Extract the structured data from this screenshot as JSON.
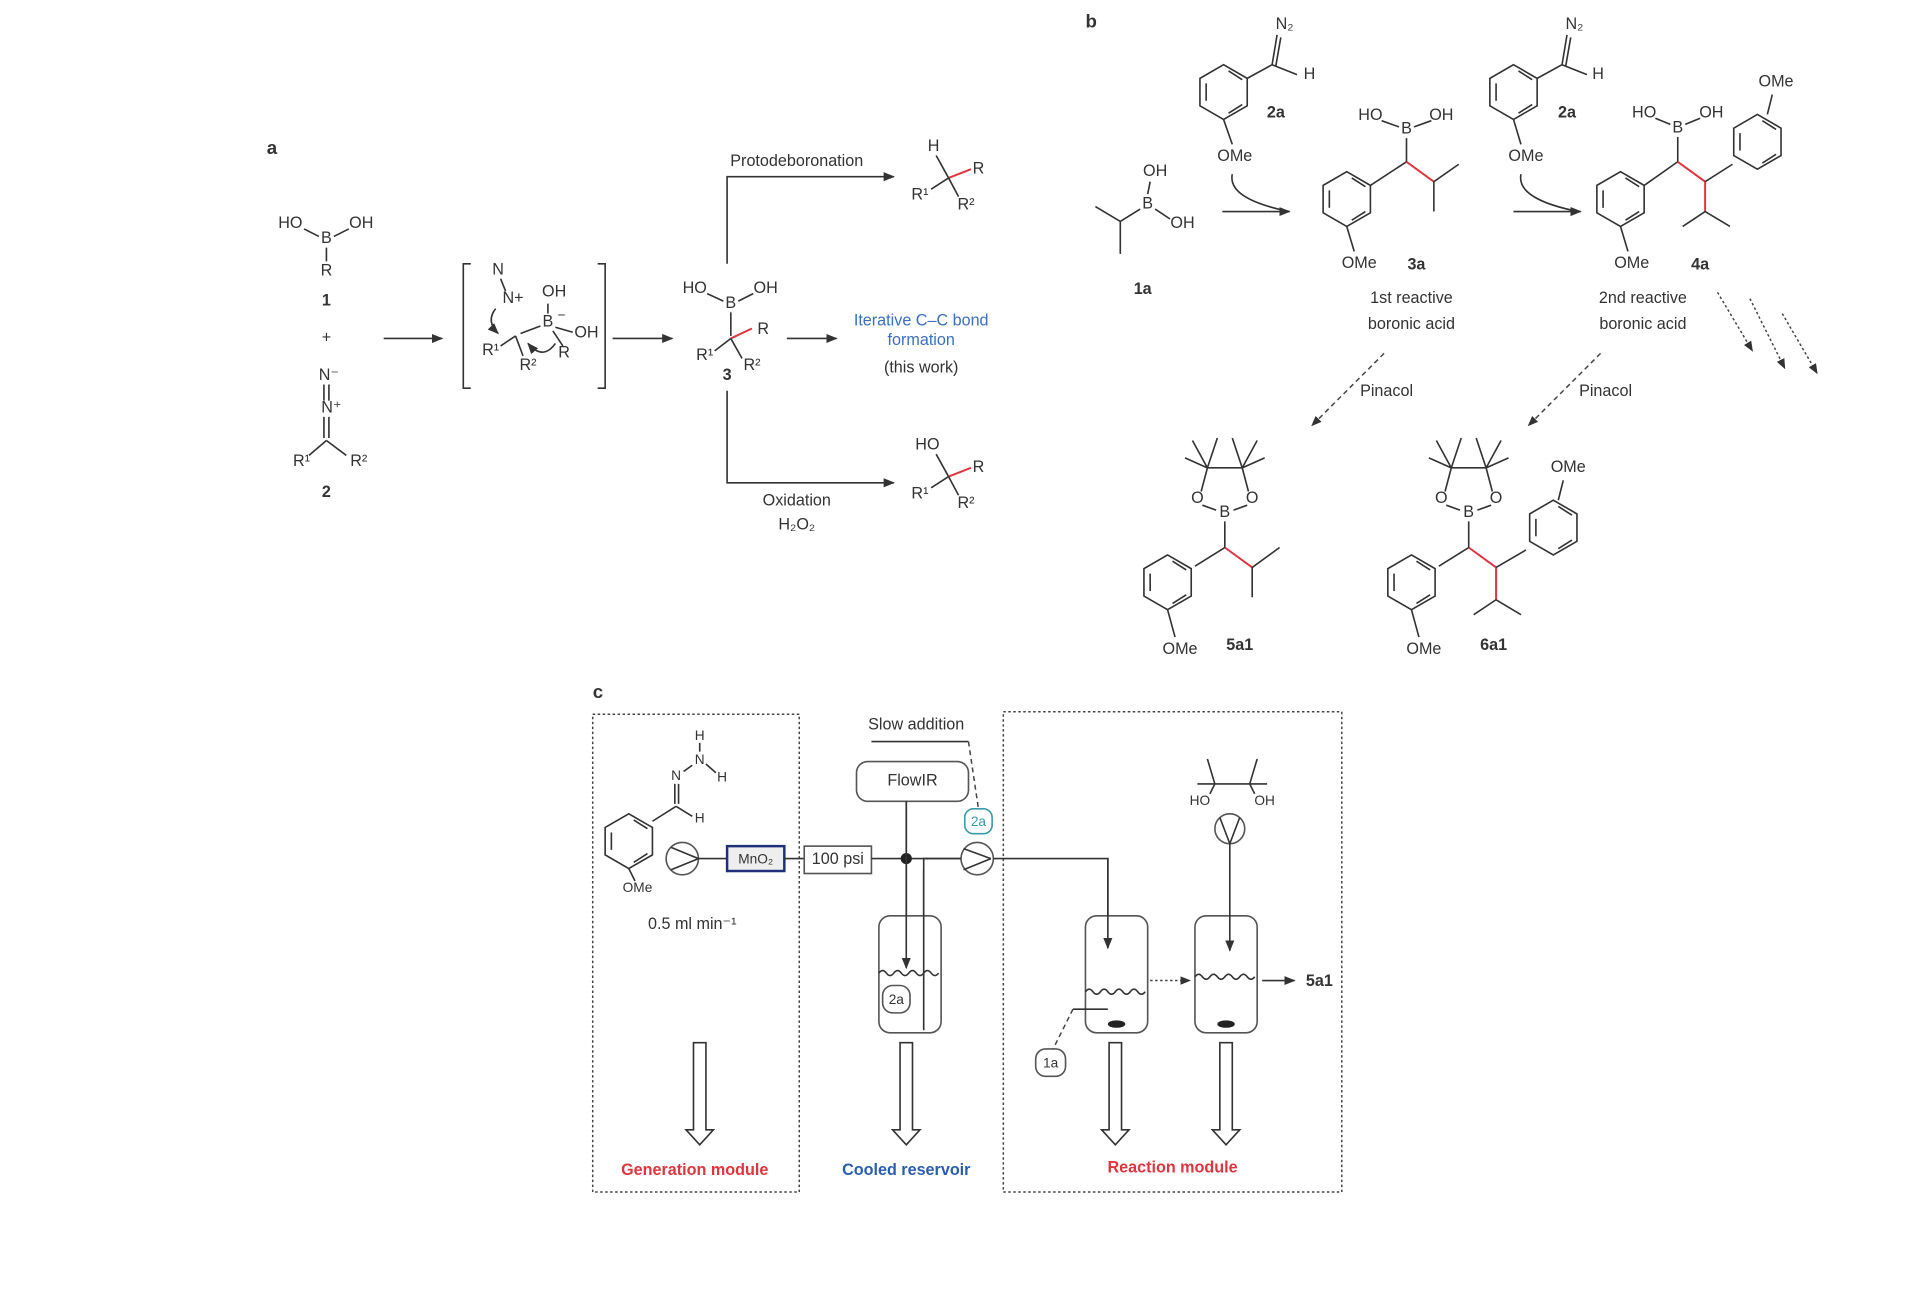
{
  "panels": {
    "a": "a",
    "b": "b",
    "c": "c"
  },
  "panel_a": {
    "c1": {
      "ho": "HO",
      "oh": "OH",
      "b": "B",
      "r": "R",
      "label": "1"
    },
    "plus": "+",
    "c2": {
      "n_minus": "N⁻",
      "n_plus": "N⁺",
      "r1": "R¹",
      "r2": "R²",
      "label": "2"
    },
    "intermediate": {
      "n": "N",
      "n_plus": "N+",
      "oh1": "OH",
      "b": "B",
      "minus": "−",
      "oh2": "OH",
      "r1": "R¹",
      "r2": "R²",
      "r": "R"
    },
    "c3": {
      "ho": "HO",
      "oh": "OH",
      "b": "B",
      "r": "R",
      "r1": "R¹",
      "r2": "R²",
      "label": "3"
    },
    "protodeboronation": "Protodeboronation",
    "proto_product": {
      "h": "H",
      "r": "R",
      "r1": "R¹",
      "r2": "R²"
    },
    "iterative": [
      "Iterative C–C bond",
      "formation",
      "(this work)"
    ],
    "oxidation": "Oxidation",
    "oxidant": "H₂O₂",
    "ox_product": {
      "ho": "HO",
      "r": "R",
      "r1": "R¹",
      "r2": "R²"
    }
  },
  "panel_b": {
    "c1a": {
      "oh1": "OH",
      "b": "B",
      "oh2": "OH",
      "label": "1a"
    },
    "c2a_first": {
      "n2": "N₂",
      "h": "H",
      "label": "2a",
      "ome": "OMe"
    },
    "c3a": {
      "ho": "HO",
      "b": "B",
      "oh": "OH",
      "ome": "OMe",
      "label": "3a",
      "caption": [
        "1st reactive",
        "boronic acid"
      ]
    },
    "c2a_second": {
      "n2": "N₂",
      "h": "H",
      "label": "2a",
      "ome": "OMe"
    },
    "c4a": {
      "ho": "HO",
      "b": "B",
      "oh": "OH",
      "ome1": "OMe",
      "ome2": "OMe",
      "label": "4a",
      "caption": [
        "2nd reactive",
        "boronic acid"
      ]
    },
    "pinacol1": "Pinacol",
    "pinacol2": "Pinacol",
    "c5a1": {
      "o1": "O",
      "o2": "O",
      "b": "B",
      "ome": "OMe",
      "label": "5a1"
    },
    "c6a1": {
      "o1": "O",
      "o2": "O",
      "b": "B",
      "ome1": "OMe",
      "ome2": "OMe",
      "label": "6a1"
    }
  },
  "panel_c": {
    "hydrazone": {
      "h1": "H",
      "n1": "N",
      "h2": "H",
      "n2": "N",
      "h3": "H",
      "ome": "OMe"
    },
    "flow_rate": "0.5 ml min⁻¹",
    "mno2": "MnO₂",
    "bpr": "100 psi",
    "flowir": "FlowIR",
    "slow_addition": "Slow addition",
    "tag_2a_top": "2a",
    "tag_2a_reservoir": "2a",
    "tag_1a": "1a",
    "pinacol": {
      "ho": "HO",
      "oh": "OH"
    },
    "product": "5a1",
    "modules": {
      "generation": "Generation module",
      "cooled": "Cooled reservoir",
      "reaction": "Reaction module"
    }
  },
  "colors": {
    "red": "#e0353f",
    "blue": "#2a5db0",
    "iterative_blue": "#3a6fc4",
    "teal": "#3a9aa6",
    "mno2_border": "#1f2f7a"
  }
}
